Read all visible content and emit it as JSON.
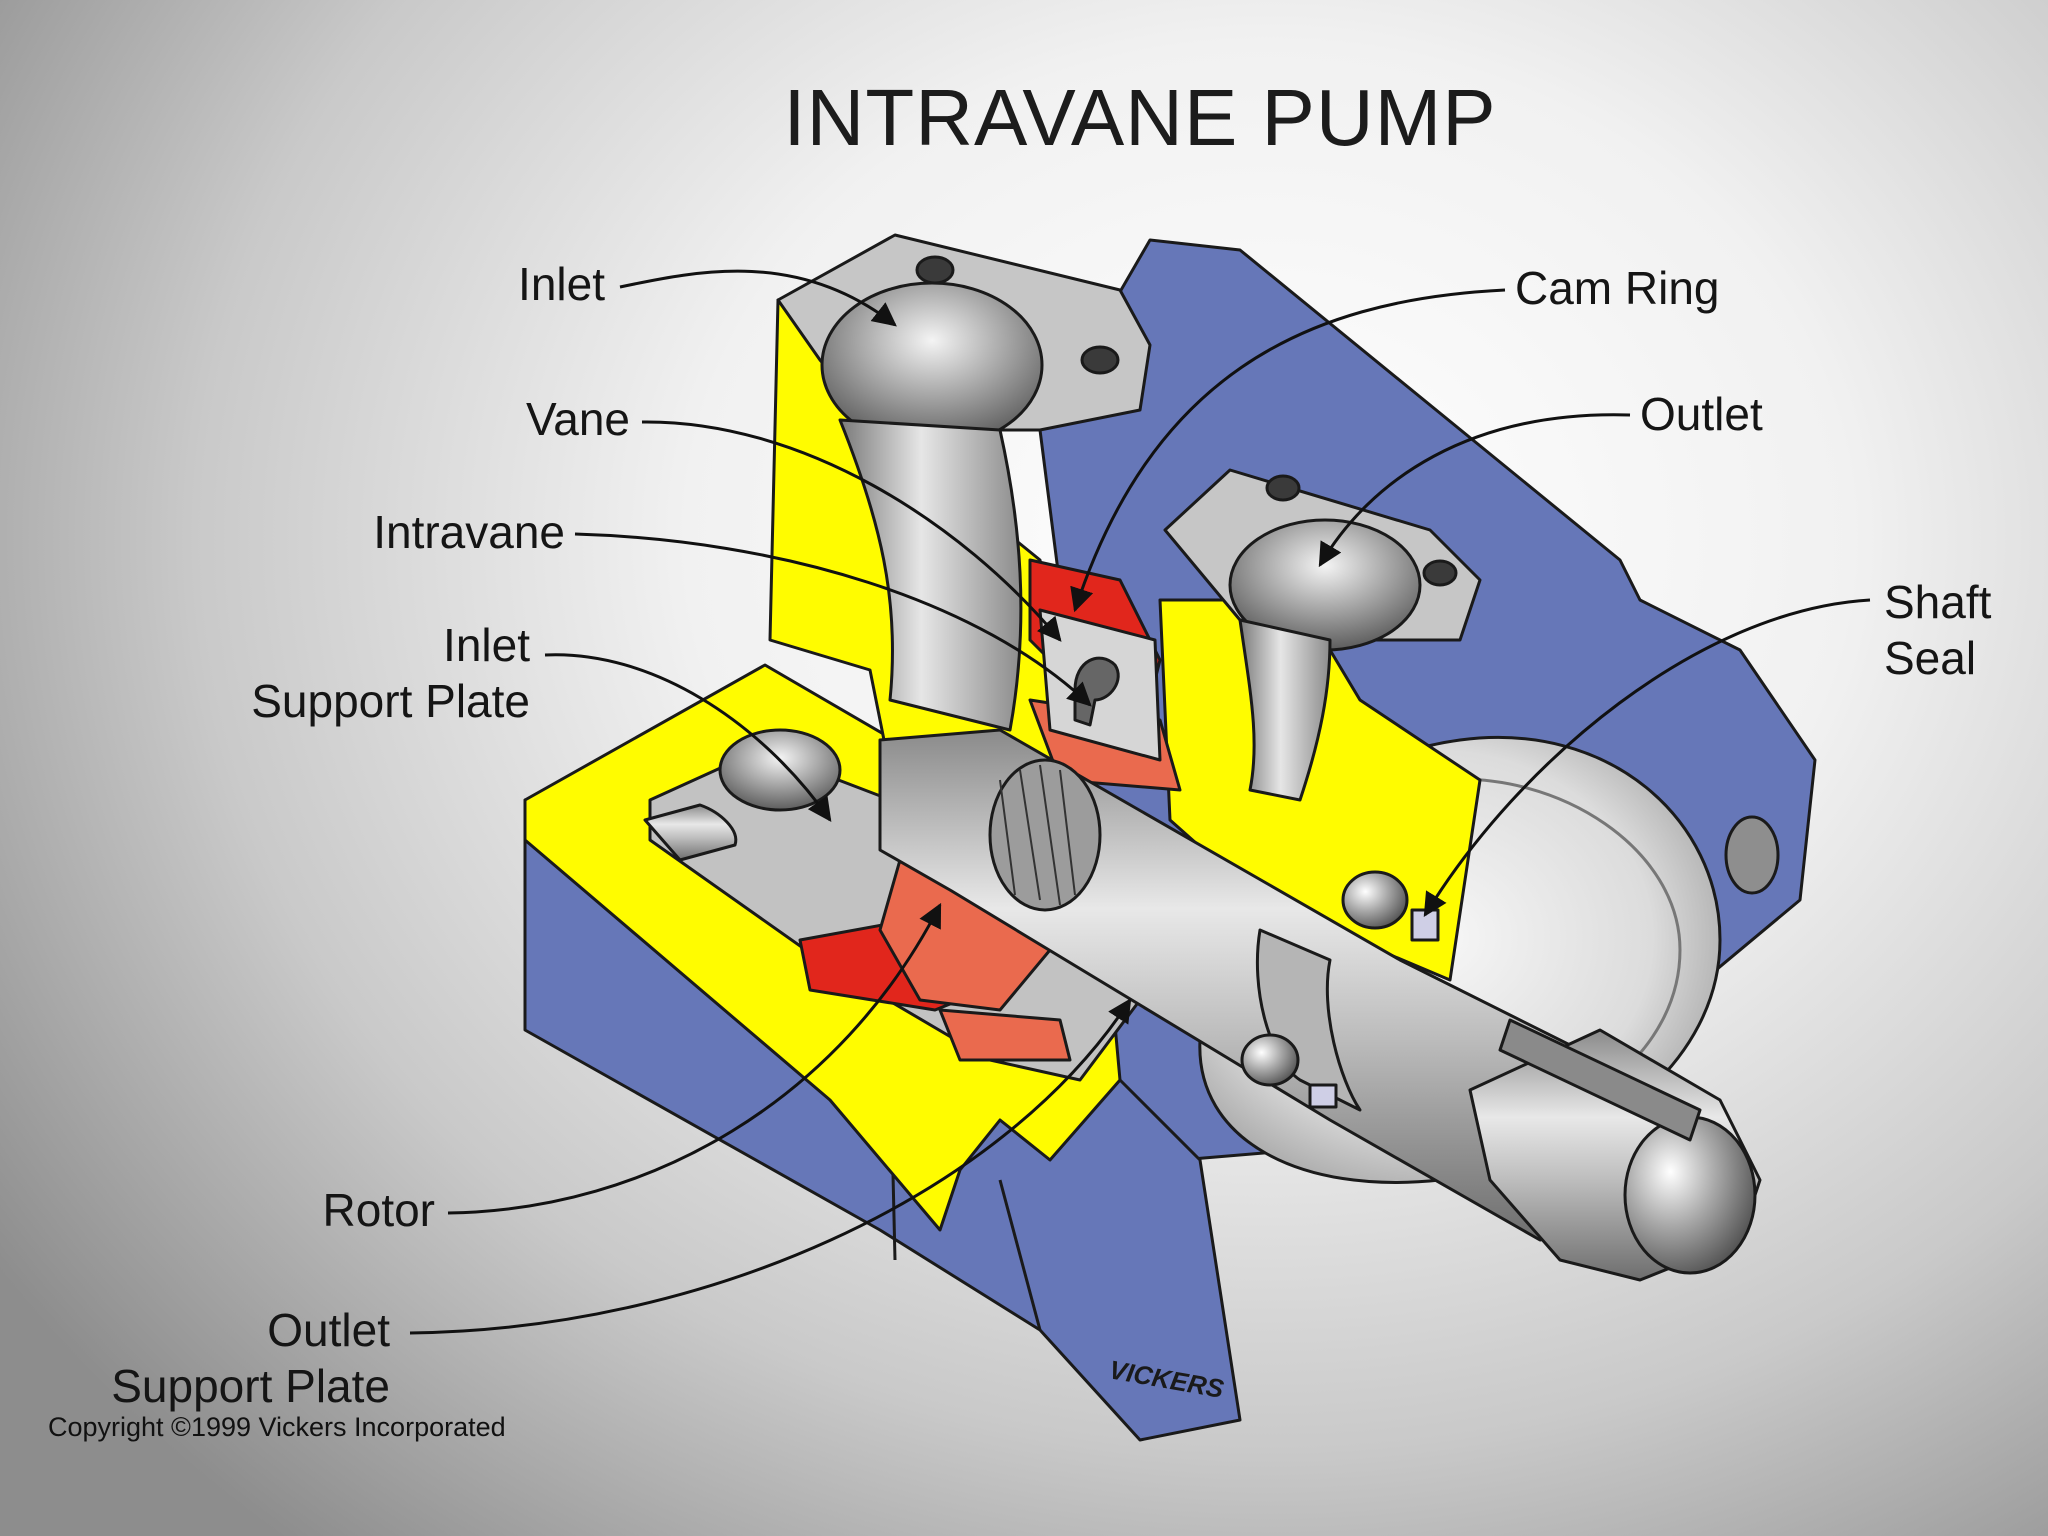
{
  "title": "INTRAVANE PUMP",
  "labels": {
    "inlet": "Inlet",
    "vane": "Vane",
    "intravane": "Intravane",
    "inlet_support_plate": [
      "Inlet",
      "Support Plate"
    ],
    "cam_ring": "Cam Ring",
    "outlet": "Outlet",
    "shaft_seal": [
      "Shaft",
      "Seal"
    ],
    "rotor": "Rotor",
    "outlet_support_plate": [
      "Outlet",
      "Support Plate"
    ]
  },
  "logo_text": "VICKERS",
  "copyright": "Copyright ©1999 Vickers Incorporated",
  "colors": {
    "housing_blue": "#6677b8",
    "cut_yellow": "#fffc00",
    "metal_grey": "#b9b9b9",
    "cam_red": "#e1261c",
    "rotor_salmon": "#ea6a4e",
    "outline": "#1a1a1a"
  }
}
